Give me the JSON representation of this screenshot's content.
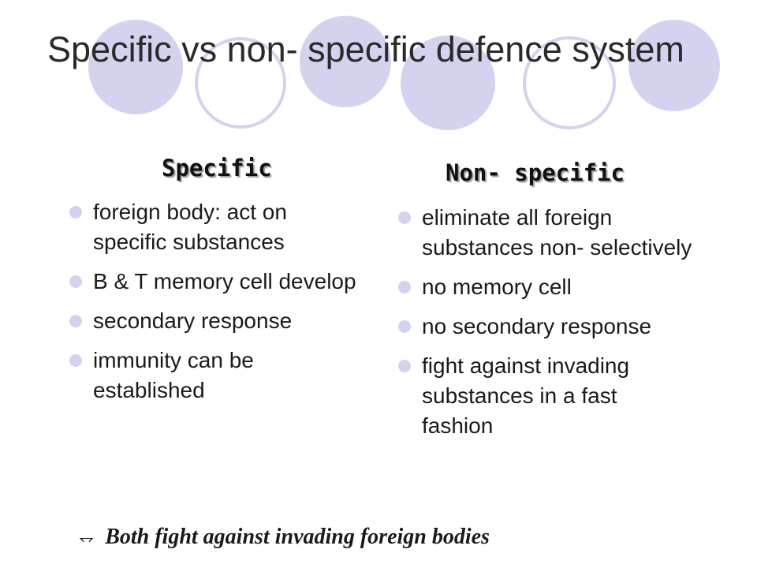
{
  "slide": {
    "title": "Specific vs non- specific defence system"
  },
  "specific": {
    "heading": "Specific",
    "items": [
      "foreign body: act on specific substances",
      "B & T memory cell develop",
      "secondary response",
      "immunity can be established"
    ]
  },
  "nonspecific": {
    "heading": "Non- specific",
    "items": [
      "eliminate all foreign substances non- selectively",
      "no memory cell",
      "no secondary response",
      "fight against invading substances in a fast fashion"
    ]
  },
  "footer": {
    "icon": "arrow-icon",
    "text": "Both fight against invading foreign bodies"
  },
  "colors": {
    "circle_fill": "#d3d3ef",
    "circle_outline": "#d3d3ef",
    "text": "#1a1a1a"
  }
}
